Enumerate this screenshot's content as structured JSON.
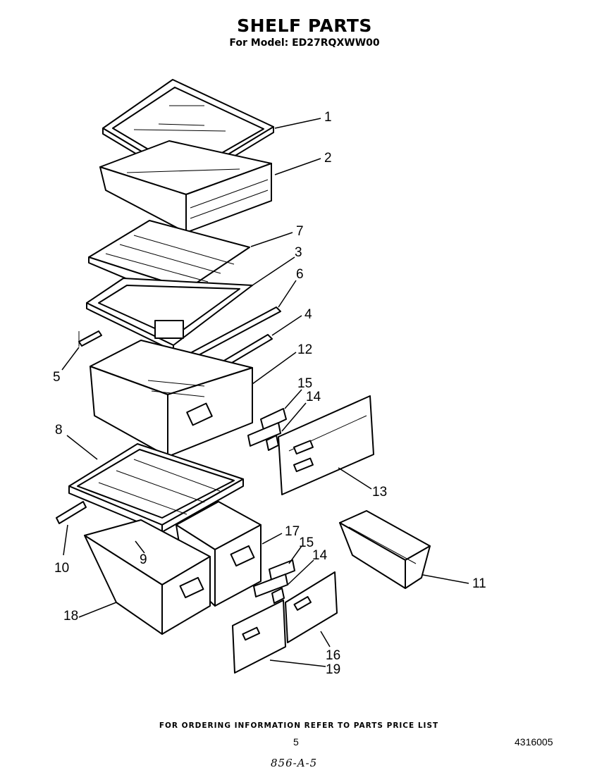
{
  "header": {
    "title": "SHELF PARTS",
    "subtitle": "For Model: ED27RQXWW00"
  },
  "callouts": [
    {
      "id": "c1",
      "label": "1",
      "part": "glass-shelf"
    },
    {
      "id": "c2",
      "label": "2",
      "part": "meat-pan"
    },
    {
      "id": "c7",
      "label": "7",
      "part": "crisper-glass-shelf"
    },
    {
      "id": "c3",
      "label": "3",
      "part": "shelf-frame"
    },
    {
      "id": "c6",
      "label": "6",
      "part": "slide-rail"
    },
    {
      "id": "c4",
      "label": "4",
      "part": "slide-rail"
    },
    {
      "id": "c5",
      "label": "5",
      "part": "slide-rail"
    },
    {
      "id": "c12",
      "label": "12",
      "part": "pan"
    },
    {
      "id": "c15a",
      "label": "15",
      "part": "slide-control"
    },
    {
      "id": "c14a",
      "label": "14",
      "part": "control-knob"
    },
    {
      "id": "c13",
      "label": "13",
      "part": "pan-front"
    },
    {
      "id": "c8",
      "label": "8",
      "part": "crisper-cover"
    },
    {
      "id": "c10",
      "label": "10",
      "part": "slide-rail"
    },
    {
      "id": "c9",
      "label": "9",
      "part": "divider-clip"
    },
    {
      "id": "c17",
      "label": "17",
      "part": "crisper-pan"
    },
    {
      "id": "c15b",
      "label": "15",
      "part": "slide-control"
    },
    {
      "id": "c14b",
      "label": "14",
      "part": "control-knob"
    },
    {
      "id": "c11",
      "label": "11",
      "part": "bin"
    },
    {
      "id": "c18",
      "label": "18",
      "part": "crisper-pan"
    },
    {
      "id": "c16",
      "label": "16",
      "part": "pan-front"
    },
    {
      "id": "c19",
      "label": "19",
      "part": "pan-front"
    }
  ],
  "footer": {
    "note": "FOR ORDERING INFORMATION REFER TO PARTS PRICE LIST",
    "page_number": "5",
    "doc_number": "4316005",
    "handwritten": "856-A-5"
  }
}
